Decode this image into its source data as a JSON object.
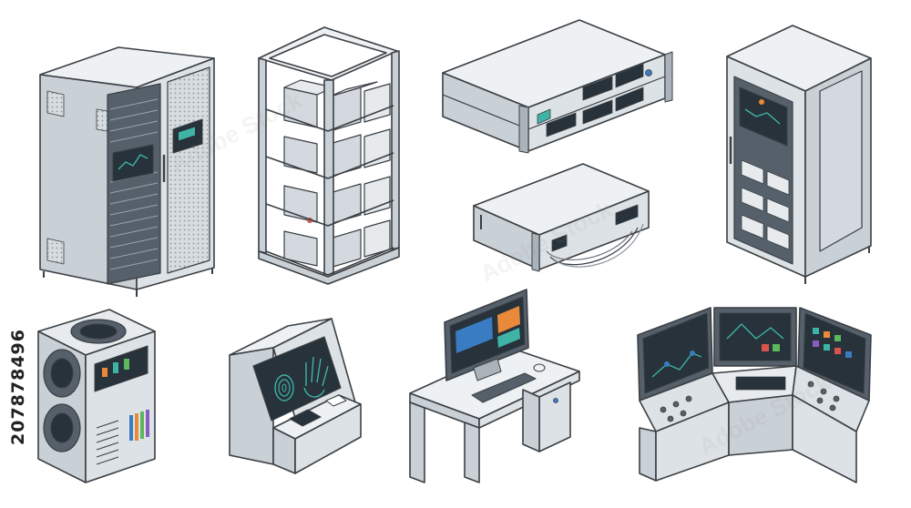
{
  "image": {
    "stock_id": "207878496",
    "watermark_text": "Adobe Stock"
  },
  "palette": {
    "outline": "#3a3f44",
    "body_light": "#e7ebee",
    "body_mid": "#c9d0d6",
    "body_dark": "#aab3ba",
    "screen_bg": "#27323a",
    "screen_teal": "#3fb3a6",
    "accent_orange": "#e98a3a",
    "accent_red": "#d9534f",
    "accent_green": "#5cb85c",
    "accent_blue": "#3a7cc1",
    "accent_purple": "#8a5cc1"
  },
  "items": [
    {
      "id": "server-cabinet-double-door",
      "icon": "server-cabinet-icon"
    },
    {
      "id": "open-frame-rack",
      "icon": "open-rack-icon"
    },
    {
      "id": "network-switch-stack",
      "icon": "network-switch-icon"
    },
    {
      "id": "patch-panel-unit",
      "icon": "patch-panel-icon"
    },
    {
      "id": "single-door-rack",
      "icon": "rack-cabinet-icon"
    },
    {
      "id": "cooling-unit",
      "icon": "cooling-fan-icon"
    },
    {
      "id": "biometric-kiosk",
      "icon": "fingerprint-scanner-icon"
    },
    {
      "id": "computer-workstation",
      "icon": "desktop-computer-icon"
    },
    {
      "id": "control-console",
      "icon": "control-panel-icon"
    }
  ]
}
